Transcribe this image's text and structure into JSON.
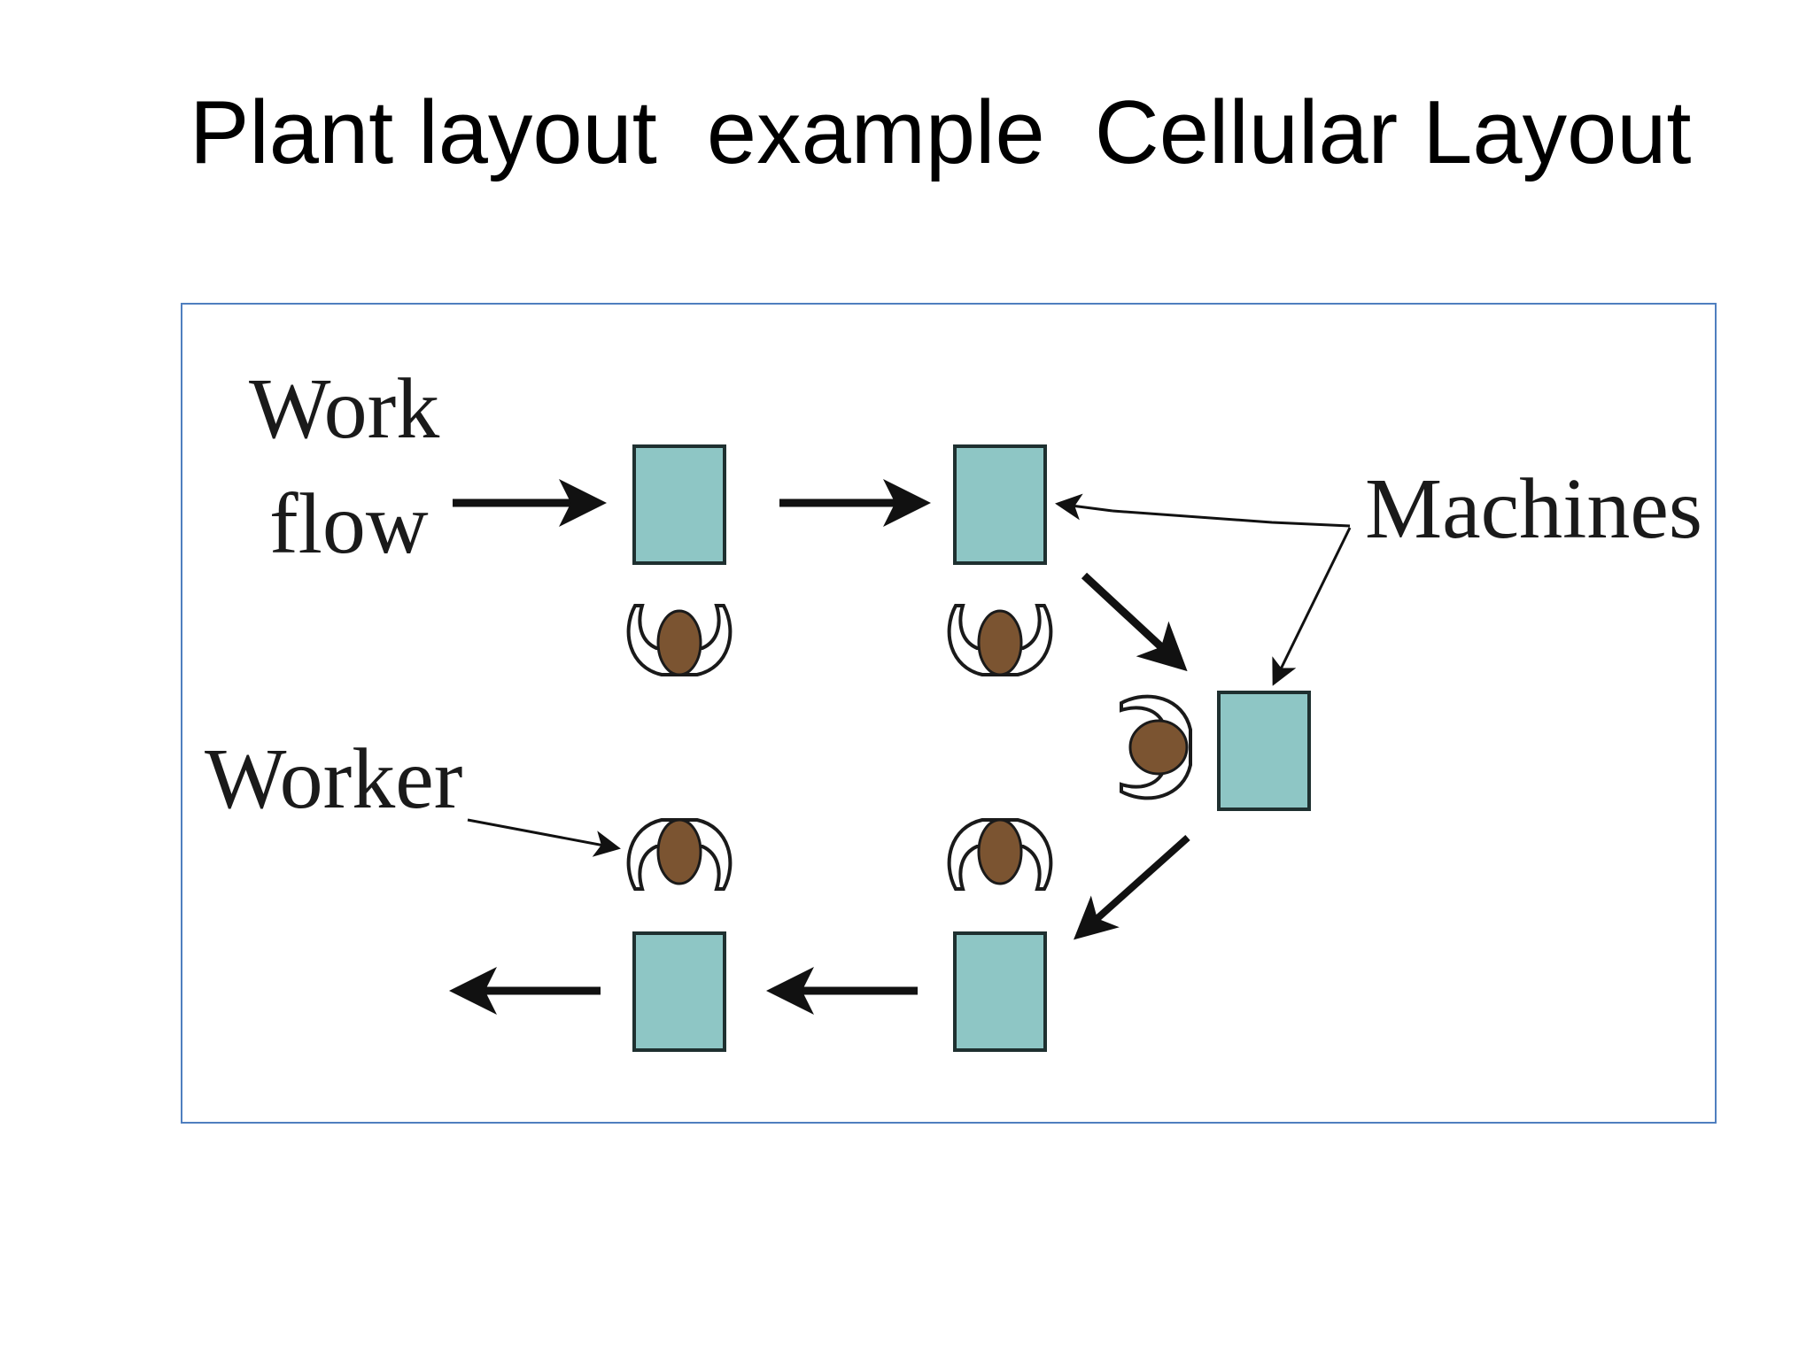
{
  "slide": {
    "title": "Plant layout  example  Cellular Layout"
  },
  "diagram": {
    "labels": {
      "work_flow_line1": "Work",
      "work_flow_line2": "flow",
      "machines": "Machines",
      "worker": "Worker"
    },
    "colors": {
      "machine_fill": "#8ec6c5",
      "machine_stroke": "#1f3030",
      "worker_head": "#7b5431",
      "worker_stroke": "#1a1a1a",
      "arrow": "#111111",
      "frame_border": "#4f7fbf"
    },
    "machine_count": 5,
    "worker_count": 5
  }
}
